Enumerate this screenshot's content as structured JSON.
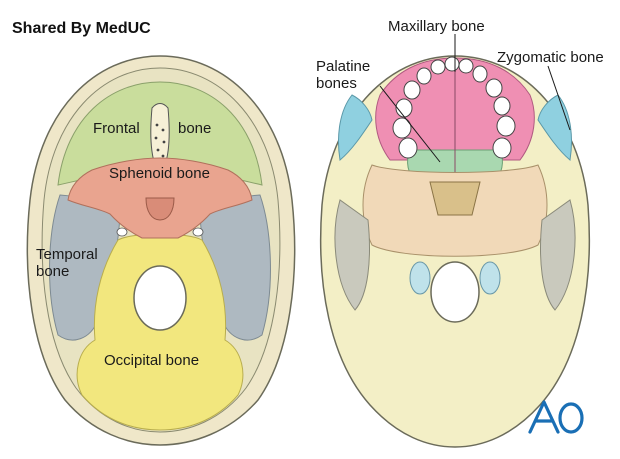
{
  "header": {
    "title": "Shared By MedUC"
  },
  "left_skull": {
    "labels": {
      "frontal_a": "Frontal",
      "frontal_b": "bone",
      "sphenoid": "Sphenoid bone",
      "temporal_1": "Temporal",
      "temporal_2": "bone",
      "occipital": "Occipital bone"
    }
  },
  "right_skull": {
    "labels": {
      "maxillary": "Maxillary bone",
      "zygomatic": "Zygomatic bone",
      "palatine_1": "Palatine",
      "palatine_2": "bones"
    }
  },
  "logo": {
    "text": "AO"
  },
  "colors": {
    "frontal": "#c9dd9c",
    "sphenoid": "#e9a48f",
    "temporal": "#aeb9c1",
    "occipital": "#f2e77e",
    "maxillary": "#ef8fb3",
    "palatine": "#a9d8b0",
    "zygomatic": "#8fd0e0",
    "bone_base": "#f3efc6",
    "logo": "#1a6fb5"
  }
}
